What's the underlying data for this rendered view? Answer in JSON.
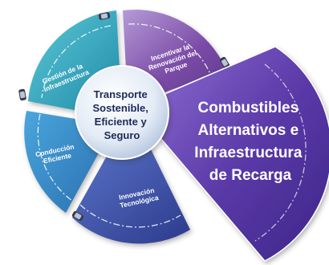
{
  "center": {
    "lines": [
      "Transporte",
      "Sostenible,",
      "Eficiente y",
      "Seguro"
    ]
  },
  "segments": [
    {
      "key": "renovacion",
      "lines": [
        "Incentivar la",
        "Renovación del",
        "Parque"
      ],
      "color": "#7a4aa6"
    },
    {
      "key": "infraestructura",
      "lines": [
        "Gestión de la",
        "Infraestructura"
      ],
      "color": "#2aa3b8"
    },
    {
      "key": "conduccion",
      "lines": [
        "Conducción",
        "Eficiente"
      ],
      "color": "#3d8fc9"
    },
    {
      "key": "innovacion",
      "lines": [
        "Innovación",
        "Tecnológica"
      ],
      "color": "#3e4fa6"
    }
  ],
  "callout": {
    "lines": [
      "Combustibles",
      "Alternativos e",
      "Infraestructura",
      "de Recarga"
    ],
    "color": "#5b3aa8"
  },
  "icons": [
    "car-icon"
  ]
}
